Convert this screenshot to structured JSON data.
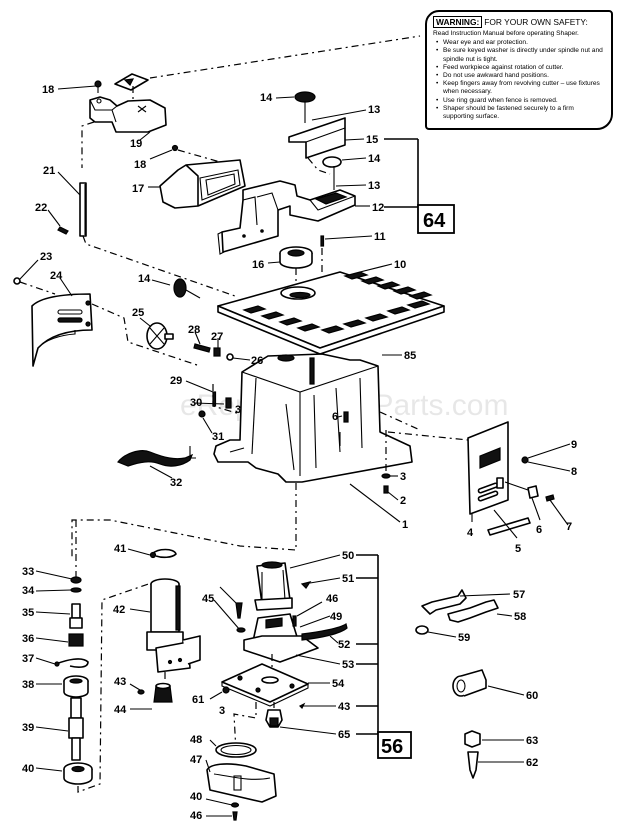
{
  "diagram": {
    "title": "Shaper exploded parts diagram",
    "watermark": "eReplacementParts.com",
    "colors": {
      "ink": "#000000",
      "paper": "#ffffff"
    },
    "warning_box": {
      "tag": "WARNING:",
      "title": "FOR YOUR OWN SAFETY:",
      "intro": "Read Instruction Manual before operating Shaper.",
      "items": [
        "Wear eye and ear protection.",
        "Be sure keyed washer is directly under spindle nut and spindle nut is tight.",
        "Feed workpiece against rotation of cutter.",
        "Do not use awkward hand positions.",
        "Keep fingers away from revolving cutter – use fixtures when necessary.",
        "Use ring guard when fence is removed.",
        "Shaper should be fastened securely to a firm supporting surface."
      ]
    },
    "groups": [
      {
        "id": "64",
        "label": "64",
        "members": [
          "15",
          "12"
        ]
      },
      {
        "id": "56",
        "label": "56",
        "members": [
          "50",
          "51",
          "52",
          "53",
          "43",
          "65"
        ]
      }
    ],
    "callouts": [
      {
        "id": "c18a",
        "label": "18",
        "part": "screw"
      },
      {
        "id": "c19",
        "label": "19",
        "part": "guard cover"
      },
      {
        "id": "c14a",
        "label": "14",
        "part": "knob"
      },
      {
        "id": "c13a",
        "label": "13",
        "part": "fence plate"
      },
      {
        "id": "c15",
        "label": "15",
        "part": "fence assembly"
      },
      {
        "id": "c14b",
        "label": "14",
        "part": "knob"
      },
      {
        "id": "c13b",
        "label": "13",
        "part": "fence clamp"
      },
      {
        "id": "c12",
        "label": "12",
        "part": "fence base"
      },
      {
        "id": "c18b",
        "label": "18",
        "part": "screw"
      },
      {
        "id": "c17",
        "label": "17",
        "part": "dust chute"
      },
      {
        "id": "c21",
        "label": "21",
        "part": "hinge pin"
      },
      {
        "id": "c22",
        "label": "22",
        "part": "spring"
      },
      {
        "id": "c11",
        "label": "11",
        "part": "pin"
      },
      {
        "id": "c16",
        "label": "16",
        "part": "ring guard"
      },
      {
        "id": "c10",
        "label": "10",
        "part": "table"
      },
      {
        "id": "c23",
        "label": "23",
        "part": "screw"
      },
      {
        "id": "c24",
        "label": "24",
        "part": "belt guard"
      },
      {
        "id": "c14c",
        "label": "14",
        "part": "knob"
      },
      {
        "id": "c25",
        "label": "25",
        "part": "handwheel"
      },
      {
        "id": "c28",
        "label": "28",
        "part": "shaft"
      },
      {
        "id": "c27",
        "label": "27",
        "part": "collar"
      },
      {
        "id": "c26",
        "label": "26",
        "part": "washer"
      },
      {
        "id": "c85",
        "label": "85",
        "part": "base"
      },
      {
        "id": "c29",
        "label": "29",
        "part": "switch box"
      },
      {
        "id": "c30",
        "label": "30",
        "part": "switch"
      },
      {
        "id": "c3a",
        "label": "3",
        "part": "screw"
      },
      {
        "id": "c31",
        "label": "31",
        "part": "screw"
      },
      {
        "id": "c6a",
        "label": "6",
        "part": "screw"
      },
      {
        "id": "c32",
        "label": "32",
        "part": "cord"
      },
      {
        "id": "c3b",
        "label": "3",
        "part": "washer"
      },
      {
        "id": "c2",
        "label": "2",
        "part": "nut"
      },
      {
        "id": "c1",
        "label": "1",
        "part": "base casting"
      },
      {
        "id": "c9",
        "label": "9",
        "part": "screw"
      },
      {
        "id": "c8",
        "label": "8",
        "part": "washer"
      },
      {
        "id": "c4",
        "label": "4",
        "part": "switch plate"
      },
      {
        "id": "c6b",
        "label": "6",
        "part": "switch"
      },
      {
        "id": "c7",
        "label": "7",
        "part": "screw"
      },
      {
        "id": "c5",
        "label": "5",
        "part": "key"
      },
      {
        "id": "c33",
        "label": "33",
        "part": "nut"
      },
      {
        "id": "c34",
        "label": "34",
        "part": "washer"
      },
      {
        "id": "c35",
        "label": "35",
        "part": "spindle"
      },
      {
        "id": "c36",
        "label": "36",
        "part": "collar"
      },
      {
        "id": "c37",
        "label": "37",
        "part": "retaining ring"
      },
      {
        "id": "c38",
        "label": "38",
        "part": "bearing"
      },
      {
        "id": "c39",
        "label": "39",
        "part": "spindle shaft"
      },
      {
        "id": "c40a",
        "label": "40",
        "part": "bearing"
      },
      {
        "id": "c41",
        "label": "41",
        "part": "retaining ring"
      },
      {
        "id": "c42",
        "label": "42",
        "part": "spindle housing"
      },
      {
        "id": "c43a",
        "label": "43",
        "part": "screw"
      },
      {
        "id": "c44",
        "label": "44",
        "part": "pulley"
      },
      {
        "id": "c50",
        "label": "50",
        "part": "motor"
      },
      {
        "id": "c51",
        "label": "51",
        "part": "motor cover"
      },
      {
        "id": "c45",
        "label": "45",
        "part": "screw"
      },
      {
        "id": "c46a",
        "label": "46",
        "part": "screw"
      },
      {
        "id": "c49",
        "label": "49",
        "part": "washer"
      },
      {
        "id": "c52",
        "label": "52",
        "part": "belt"
      },
      {
        "id": "c53",
        "label": "53",
        "part": "motor mount"
      },
      {
        "id": "c54",
        "label": "54",
        "part": "motor plate"
      },
      {
        "id": "c61",
        "label": "61",
        "part": "screw"
      },
      {
        "id": "c3c",
        "label": "3",
        "part": "washer"
      },
      {
        "id": "c43b",
        "label": "43",
        "part": "screw"
      },
      {
        "id": "c65",
        "label": "65",
        "part": "motor pulley"
      },
      {
        "id": "c48",
        "label": "48",
        "part": "belt"
      },
      {
        "id": "c47",
        "label": "47",
        "part": "belt guard"
      },
      {
        "id": "c40b",
        "label": "40",
        "part": "washer"
      },
      {
        "id": "c46b",
        "label": "46",
        "part": "screw"
      },
      {
        "id": "c57",
        "label": "57",
        "part": "wrench"
      },
      {
        "id": "c58",
        "label": "58",
        "part": "wrench"
      },
      {
        "id": "c59",
        "label": "59",
        "part": "washer"
      },
      {
        "id": "c60",
        "label": "60",
        "part": "spindle adapter"
      },
      {
        "id": "c63",
        "label": "63",
        "part": "nut"
      },
      {
        "id": "c62",
        "label": "62",
        "part": "spindle tip"
      }
    ]
  }
}
